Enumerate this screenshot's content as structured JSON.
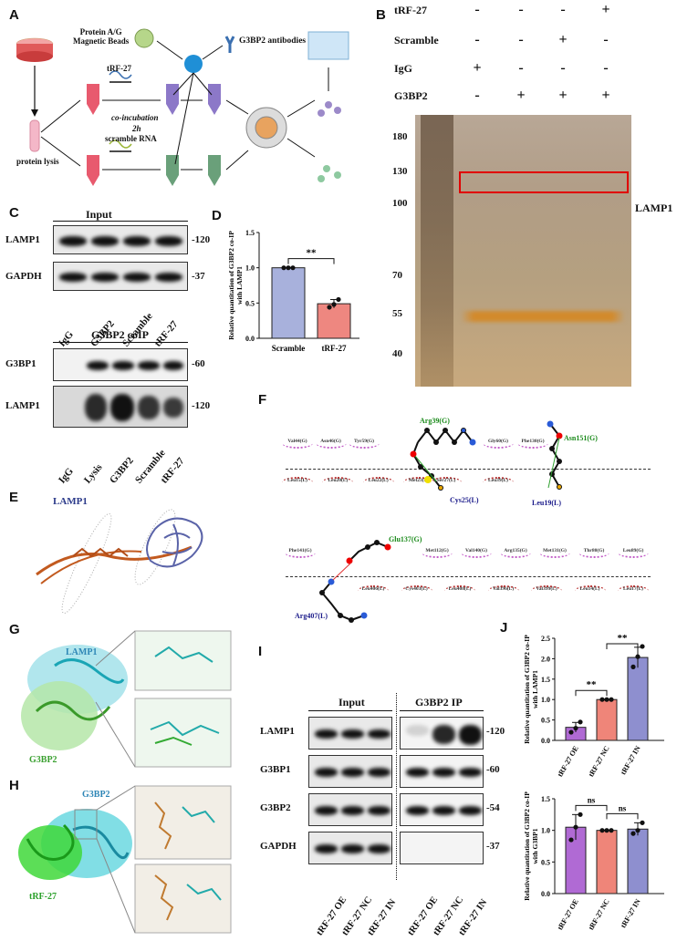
{
  "panels": {
    "A": "A",
    "B": "B",
    "C": "C",
    "D": "D",
    "E": "E",
    "F": "F",
    "G": "G",
    "H": "H",
    "I": "I",
    "J": "J"
  },
  "panelA": {
    "beads": "Protein A/G\nMagnetic Beads",
    "antibodies": "G3BP2 antibodies",
    "trf": "tRF-27",
    "coincubation": "co-incubation",
    "time": "2h",
    "scramble": "scramble RNA",
    "lysis": "protein lysis"
  },
  "panelB": {
    "rows": [
      {
        "label": "tRF-27",
        "signs": [
          "-",
          "-",
          "-",
          "+"
        ]
      },
      {
        "label": "Scramble",
        "signs": [
          "-",
          "-",
          "+",
          "-"
        ]
      },
      {
        "label": "IgG",
        "signs": [
          "+",
          "-",
          "-",
          "-"
        ]
      },
      {
        "label": "G3BP2",
        "signs": [
          "-",
          "+",
          "+",
          "+"
        ]
      }
    ],
    "markers": [
      "180",
      "130",
      "100",
      "70",
      "55",
      "40"
    ],
    "band_label": "LAMP1"
  },
  "panelC": {
    "input_title": "Input",
    "input_rows": [
      {
        "label": "LAMP1",
        "mw": "-120"
      },
      {
        "label": "GAPDH",
        "mw": "-37"
      }
    ],
    "input_lanes": [
      "IgG",
      "G3BP2",
      "Scramble",
      "tRF-27"
    ],
    "coip_title": "G3BP2 coIP",
    "coip_rows": [
      {
        "label": "G3BP1",
        "mw": "-60"
      },
      {
        "label": "LAMP1",
        "mw": "-120"
      }
    ],
    "coip_lanes": [
      "IgG",
      "Lysis",
      "G3BP2",
      "Scramble",
      "tRF-27"
    ]
  },
  "chart_data": [
    {
      "type": "bar",
      "id": "D",
      "categories": [
        "Scramble",
        "tRF-27"
      ],
      "values": [
        1.0,
        0.49
      ],
      "points": [
        [
          1.0,
          1.0,
          1.0
        ],
        [
          0.44,
          0.48,
          0.55
        ]
      ],
      "errors": [
        0.0,
        0.06
      ],
      "colors": [
        "#a8b1dc",
        "#ee8780"
      ],
      "ylabel": "Relative quantitation of G3BP2 co-IP with LAMP1",
      "ylim": [
        0,
        1.5
      ],
      "yticks": [
        "0.0",
        "0.5",
        "1.0",
        "1.5"
      ],
      "significance": "**"
    },
    {
      "type": "bar",
      "id": "J1",
      "categories": [
        "tRF-27 OE",
        "tRF-27 NC",
        "tRF-27 IN"
      ],
      "values": [
        0.32,
        1.0,
        2.03
      ],
      "points": [
        [
          0.2,
          0.3,
          0.45
        ],
        [
          1.0,
          1.0,
          1.0
        ],
        [
          1.8,
          2.05,
          2.3
        ]
      ],
      "errors": [
        0.12,
        0.0,
        0.25
      ],
      "colors": [
        "#b06ad4",
        "#ef8579",
        "#8e8fcf"
      ],
      "ylabel": "Relative quantitation of G3BP2 co-IP with LAMP1",
      "ylim": [
        0,
        2.5
      ],
      "yticks": [
        "0.0",
        "0.5",
        "1.0",
        "1.5",
        "2.0",
        "2.5"
      ],
      "significance": [
        "**",
        "**"
      ]
    },
    {
      "type": "bar",
      "id": "J2",
      "categories": [
        "tRF-27 OE",
        "tRF-27 NC",
        "tRF-27 IN"
      ],
      "values": [
        1.05,
        1.0,
        1.02
      ],
      "points": [
        [
          0.85,
          1.05,
          1.25
        ],
        [
          1.0,
          1.0,
          1.0
        ],
        [
          0.95,
          1.0,
          1.12
        ]
      ],
      "errors": [
        0.2,
        0.0,
        0.1
      ],
      "colors": [
        "#b06ad4",
        "#ef8579",
        "#8e8fcf"
      ],
      "ylabel": "Relative quantitation of G3BP2 co-IP with G3BP1",
      "ylim": [
        0,
        1.5
      ],
      "yticks": [
        "0.0",
        "0.5",
        "1.0",
        "1.5"
      ],
      "significance": [
        "ns",
        "ns"
      ]
    }
  ],
  "panelE": {
    "label": "LAMP1"
  },
  "panelF": {
    "top_upper": [
      "Val44(G)",
      "Asn46(G)",
      "Tyr59(G)",
      "Gly60(G)",
      "Phe130(G)"
    ],
    "top_lower": [
      "Leu15(L)",
      "Leu20(L)",
      "Leu22(L)",
      "Met23(L)",
      "Ser27(L)",
      "Leu39(L)"
    ],
    "top_ligands": [
      "Arg39(G)",
      "Asn151(G)",
      "Cys25(L)",
      "Leu19(L)"
    ],
    "bottom_upper": [
      "Phe141(G)",
      "Met112(G)",
      "Val140(G)",
      "Arg135(G)",
      "Met131(G)",
      "Thr80(G)",
      "Leu89(G)"
    ],
    "bottom_lower": [
      "Leu406(L)",
      "Cys403(L)",
      "Leu408(L)",
      "Val396(L)",
      "Val399(L)",
      "Leu14(L)",
      "Leu17(L)"
    ],
    "bottom_ligands": [
      "Glu137(G)",
      "Arg407(L)"
    ]
  },
  "panelG": {
    "lamp1": "LAMP1",
    "g3bp2": "G3BP2"
  },
  "panelH": {
    "g3bp2": "G3BP2",
    "trf": "tRF-27"
  },
  "panelI": {
    "input_title": "Input",
    "ip_title": "G3BP2 IP",
    "rows": [
      {
        "label": "LAMP1",
        "mw": "-120"
      },
      {
        "label": "G3BP1",
        "mw": "-60"
      },
      {
        "label": "G3BP2",
        "mw": "-54"
      },
      {
        "label": "GAPDH",
        "mw": "-37"
      }
    ],
    "lanes": [
      "tRF-27 OE",
      "tRF-27 NC",
      "tRF-27 IN",
      "tRF-27 OE",
      "tRF-27 NC",
      "tRF-27 IN"
    ]
  }
}
